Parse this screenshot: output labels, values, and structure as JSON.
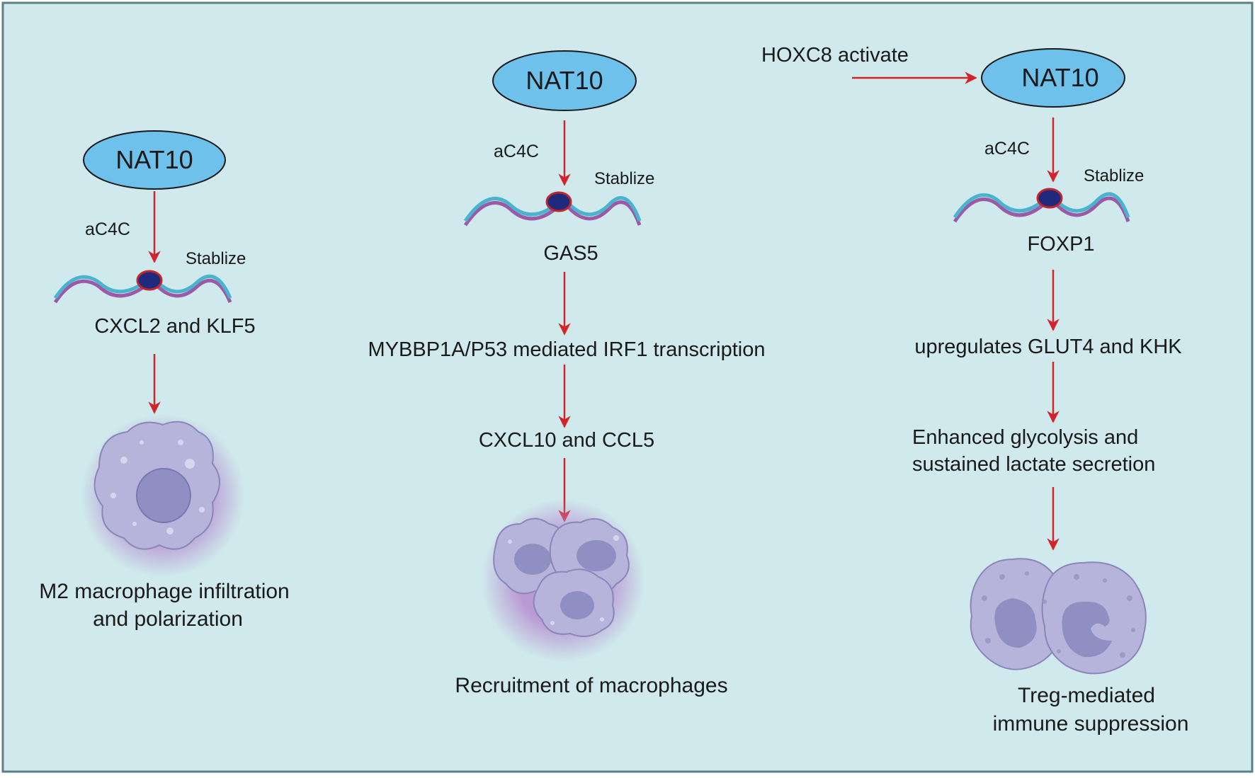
{
  "colors": {
    "background": "#cfe9ec",
    "border": "#5a7f86",
    "ellipse_fill": "#6ec1ea",
    "arrow": "#d3242a",
    "rna_blue": "#4ab3cf",
    "rna_purple": "#9c5aa6",
    "cell_fill": "#b7b4dc",
    "cell_nucleus": "#8f8fc4",
    "glow": "#b68cd0"
  },
  "panel1": {
    "enzyme": "NAT10",
    "modification": "aC4C",
    "effect": "Stablize",
    "target": "CXCL2 and KLF5",
    "outcome_line1": "M2 macrophage infiltration",
    "outcome_line2": "and polarization"
  },
  "panel2": {
    "enzyme": "NAT10",
    "modification": "aC4C",
    "effect": "Stablize",
    "target": "GAS5",
    "step2": "MYBBP1A/P53 mediated IRF1 transcription",
    "step3": "CXCL10 and CCL5",
    "outcome": "Recruitment of macrophages"
  },
  "panel3": {
    "activator": "HOXC8  activate",
    "enzyme": "NAT10",
    "modification": "aC4C",
    "effect": "Stablize",
    "target": "FOXP1",
    "step2": "upregulates GLUT4 and KHK",
    "step3_line1": "Enhanced glycolysis and",
    "step3_line2": "sustained lactate secretion",
    "outcome_line1": "Treg-mediated",
    "outcome_line2": "immune suppression"
  }
}
